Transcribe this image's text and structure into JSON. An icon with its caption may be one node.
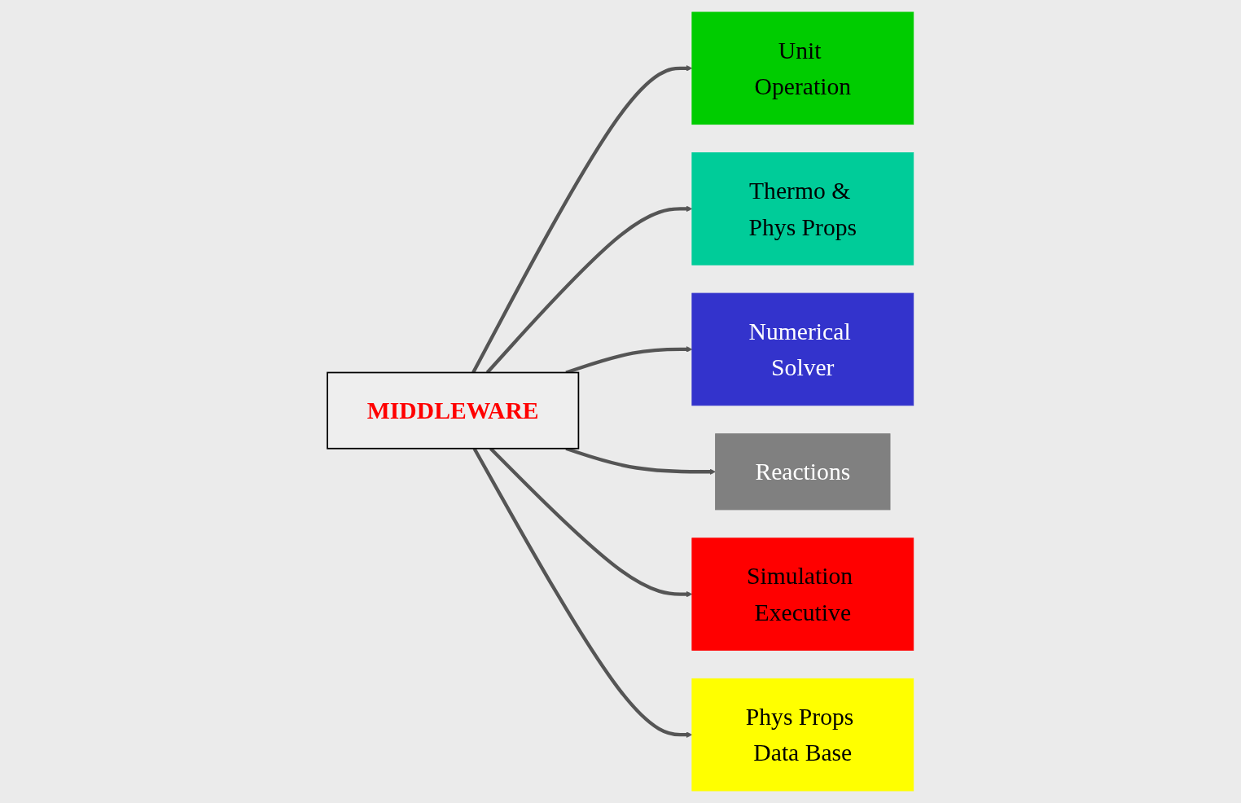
{
  "diagram": {
    "nodes": [
      {
        "text": [
          "MIDDLEWARE"
        ]
      },
      {
        "text": [
          "Unit Operation"
        ]
      },
      {
        "text": [
          "Thermo & Phys Props"
        ]
      },
      {
        "text": [
          "Numerical Solver"
        ]
      },
      {
        "text": [
          "Reactions"
        ]
      },
      {
        "text": [
          "Simulation Executive"
        ]
      },
      {
        "text": [
          "Phys Props Data Base"
        ]
      }
    ],
    "edges": [
      {
        "from": 0,
        "to": 1,
        "arrow": "to"
      },
      {
        "from": 0,
        "to": 2,
        "arrow": "to"
      },
      {
        "from": 0,
        "to": 3,
        "arrow": "to"
      },
      {
        "from": 0,
        "to": 4,
        "arrow": "to"
      },
      {
        "from": 0,
        "to": 5,
        "arrow": "to"
      },
      {
        "from": 0,
        "to": 6,
        "arrow": "to"
      }
    ]
  }
}
